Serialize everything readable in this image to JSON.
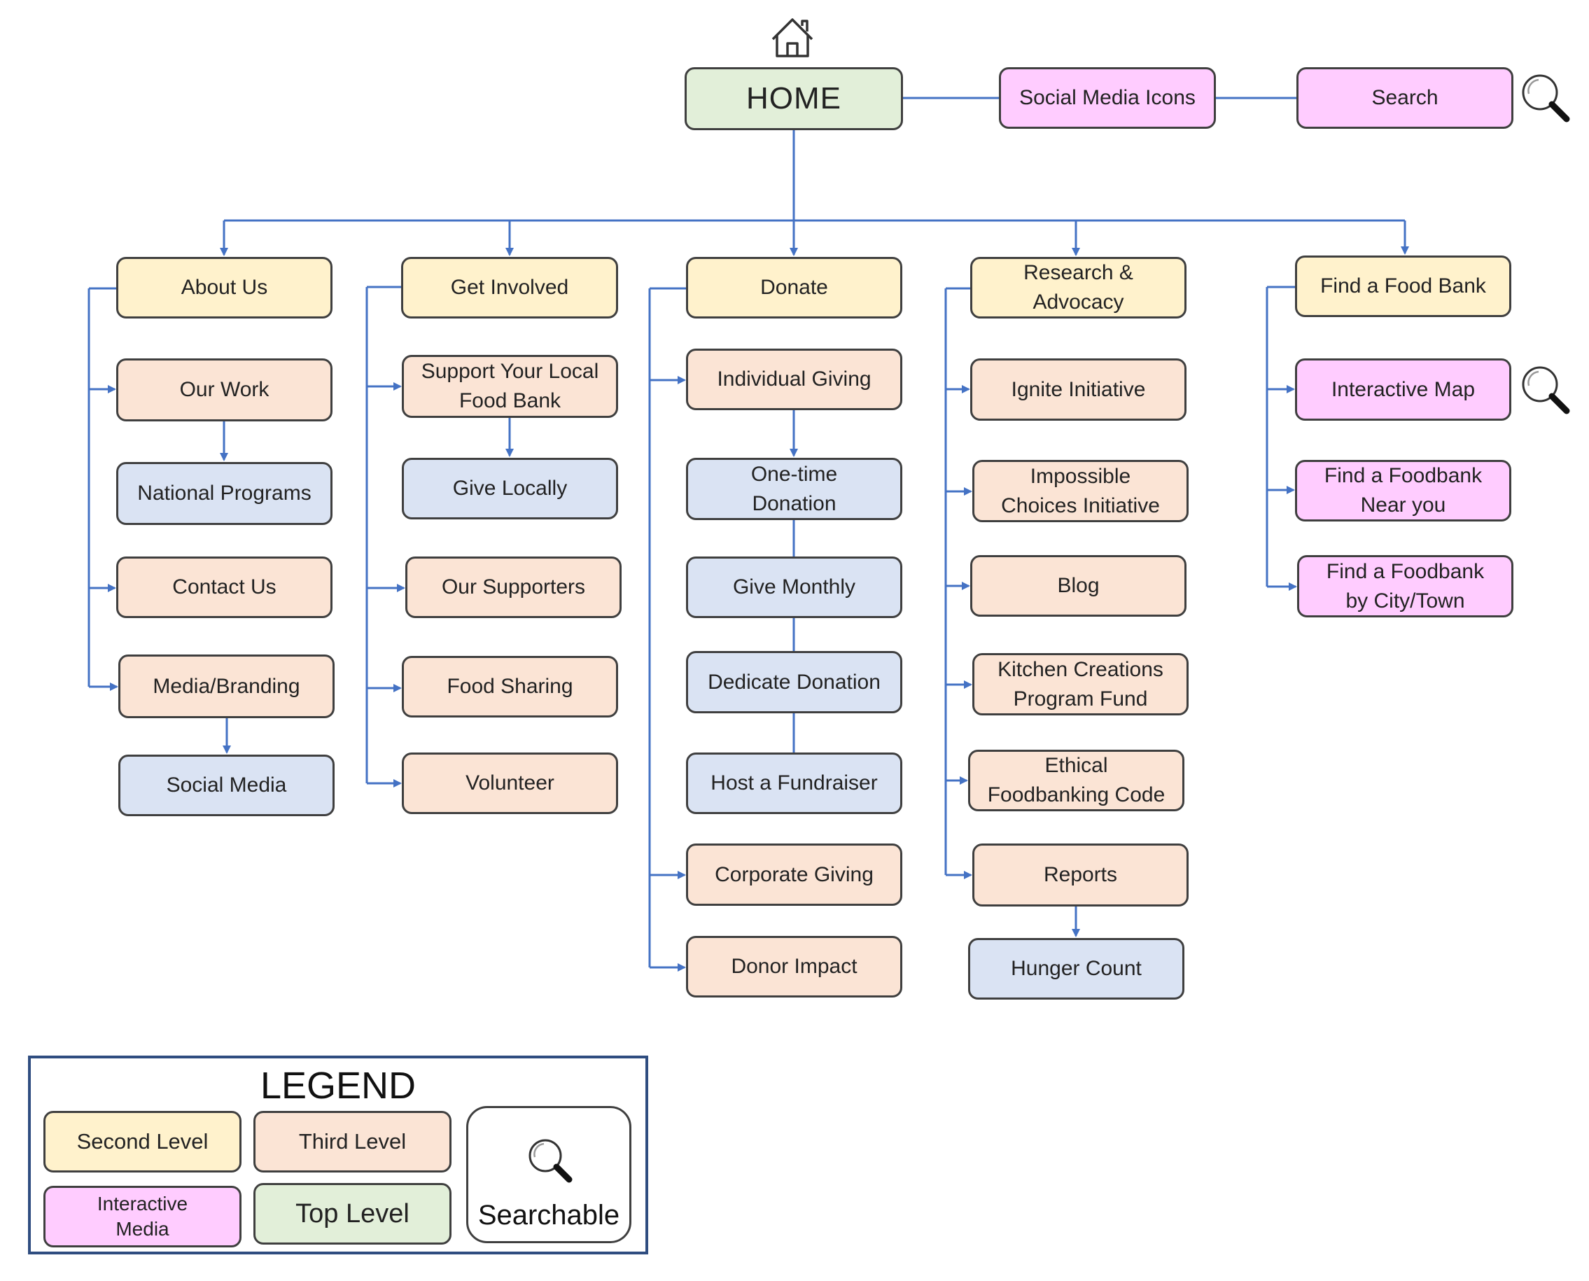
{
  "nodes": {
    "home": "HOME",
    "social_media_icons": "Social Media Icons",
    "search": "Search",
    "about_us": "About Us",
    "our_work": "Our Work",
    "national_programs": "National Programs",
    "contact_us": "Contact Us",
    "media_branding": "Media/Branding",
    "social_media": "Social Media",
    "get_involved": "Get Involved",
    "support_local_1": "Support Your Local",
    "support_local_2": "Food Bank",
    "give_locally": "Give Locally",
    "our_supporters": "Our Supporters",
    "food_sharing": "Food Sharing",
    "volunteer": "Volunteer",
    "donate": "Donate",
    "individual_giving": "Individual Giving",
    "one_time_1": "One-time",
    "one_time_2": "Donation",
    "give_monthly": "Give Monthly",
    "dedicate_donation": "Dedicate Donation",
    "host_fundraiser": "Host a Fundraiser",
    "corporate_giving": "Corporate Giving",
    "donor_impact": "Donor Impact",
    "research_1": "Research &",
    "research_2": "Advocacy",
    "ignite_initiative": "Ignite Initiative",
    "impossible_1": "Impossible",
    "impossible_2": "Choices Initiative",
    "blog": "Blog",
    "kitchen_1": "Kitchen Creations",
    "kitchen_2": "Program Fund",
    "ethical_1": "Ethical",
    "ethical_2": "Foodbanking Code",
    "reports": "Reports",
    "hunger_count": "Hunger Count",
    "find_food_bank": "Find a Food Bank",
    "interactive_map": "Interactive Map",
    "near_you_1": "Find a Foodbank",
    "near_you_2": "Near you",
    "city_town_1": "Find a Foodbank",
    "city_town_2": "by City/Town"
  },
  "legend": {
    "title": "LEGEND",
    "second_level": "Second Level",
    "third_level": "Third Level",
    "interactive_media_1": "Interactive",
    "interactive_media_2": "Media",
    "top_level": "Top Level",
    "searchable": "Searchable"
  },
  "colors": {
    "top_level": "#e2efd9",
    "second_level": "#fff2cc",
    "third_level": "#fbe4d5",
    "fourth_level": "#dae3f3",
    "interactive_media": "#ffccff",
    "connector": "#4472c4"
  },
  "icons": {
    "home": "home-icon",
    "search": "magnifier-icon"
  }
}
